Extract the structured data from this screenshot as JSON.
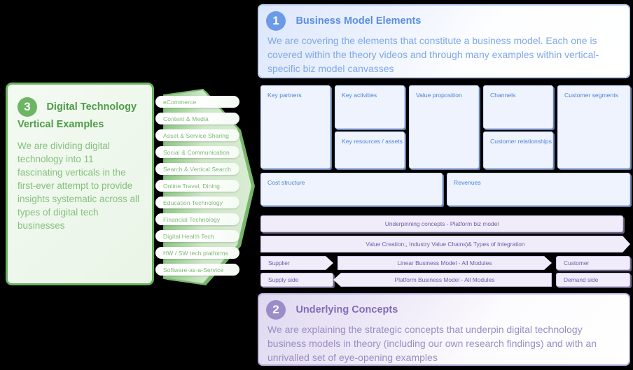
{
  "sections": {
    "one": {
      "number": "1",
      "title": "Business Model Elements",
      "body": "We are covering the elements that constitute a business model. Each one is covered within the theory videos and through many examples within vertical-specific biz model canvasses",
      "accent": "#6b9ae8"
    },
    "two": {
      "number": "2",
      "title": "Underlying Concepts",
      "body": "We are explaining the strategic concepts that underpin digital technology business models in theory (including our own research findings) and with an unrivalled set of eye-opening examples",
      "accent": "#9b8dc9"
    },
    "three": {
      "number": "3",
      "title": "Digital Technology Vertical Examples",
      "body": "We are dividing digital technology into 11 fascinating verticals in the first-ever attempt to provide insights systematic across all types of digital tech businesses",
      "accent": "#6cb563"
    }
  },
  "verticals": [
    "eCommerce",
    "Content & Media",
    "Asset & Service Sharing",
    "Social & Communication",
    "Search & Vertical Search",
    "Online Travel, Dining",
    "Education Technology",
    "Financial Technology",
    "Digital Health Tech",
    "HW / SW tech platforms",
    "Software-as-a-Service"
  ],
  "canvas": {
    "key_partners": "Key partners",
    "key_activities": "Key activities",
    "key_resources": "Key resources / assets",
    "value_proposition": "Value proposition",
    "channels": "Channels",
    "customer_relationships": "Customer relationships",
    "customer_segments": "Customer segments",
    "cost_structure": "Cost structure",
    "revenues": "Revenues",
    "fill": "#eef3fd",
    "text": "#4d82d8"
  },
  "band": {
    "underpinning": "Underpinning concepts - Platform biz model",
    "value_creation": "Value Creation;,  Industry Value Chains)& Types of Integration",
    "supplier": "Supplier",
    "linear_model": "Linear Business Model - All Modules",
    "customer": "Customer",
    "supply_side": "Supply side",
    "platform_model": "Platform Business Model -  All Modules",
    "demand_side": "Demand side",
    "fill": "#f0ecfa",
    "text": "#6d5fa8"
  }
}
